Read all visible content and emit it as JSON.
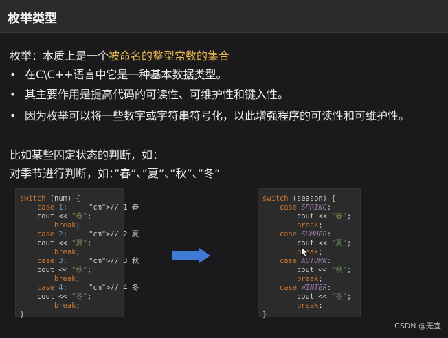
{
  "header": {
    "title": "枚举类型"
  },
  "intro": {
    "prefix": "枚举：本质上是一个",
    "highlight": "被命名的整型常数的集合"
  },
  "bullets": [
    "在C\\C++语言中它是一种基本数据类型。",
    "其主要作用是提高代码的可读性、可维护性和键入性。",
    "因为枚举可以将一些数字或字符串符号化，以此增强程序的可读性和可维护性。"
  ],
  "example": {
    "line1": "比如某些固定状态的判断，如：",
    "line2": "对季节进行判断，如：”春”、”夏”、”秋”、”冬”"
  },
  "code_left": {
    "lines": [
      "switch (num) {",
      "    case 1:     // 1 春",
      "    cout << \"春\";",
      "        break;",
      "    case 2:     // 2 夏",
      "    cout << \"夏\";",
      "        break;",
      "    case 3:     // 3 秋",
      "    cout << \"秋\";",
      "        break;",
      "    case 4:     // 4 冬",
      "    cout << \"冬\";",
      "        break;",
      "}"
    ]
  },
  "code_right": {
    "lines": [
      "switch (season) {",
      "    case SPRING:",
      "        cout << \"春\";",
      "        break;",
      "    case SUMMER:",
      "        cout << \"夏\";",
      "        break;",
      "    case AUTUMN:",
      "        cout << \"秋\";",
      "        break;",
      "    case WINTER:",
      "        cout << \"冬\";",
      "        break;",
      "}"
    ]
  },
  "colors": {
    "highlight": "#e8b74f",
    "arrow": "#3f7bd6"
  },
  "icons": {
    "arrow": "right-arrow-icon",
    "cursor": "mouse-cursor-icon"
  },
  "watermark": "CSDN @无宜"
}
